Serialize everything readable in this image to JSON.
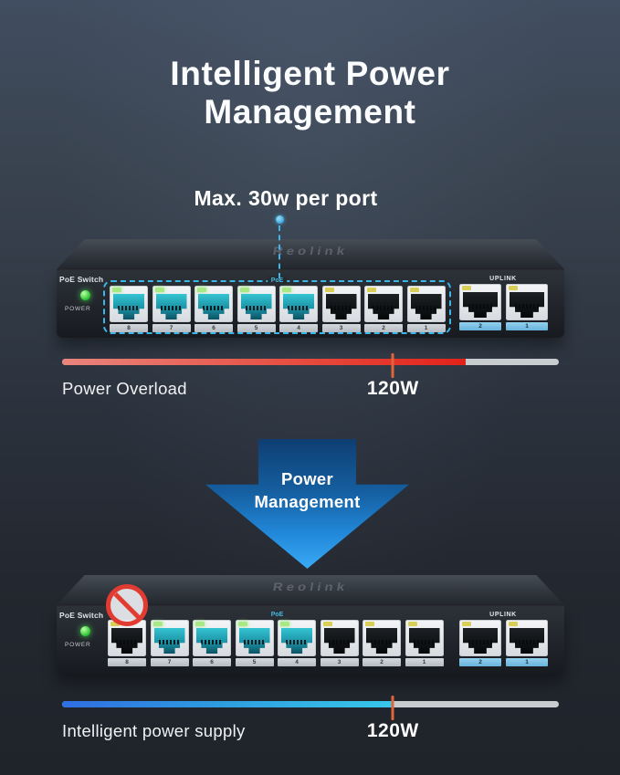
{
  "page": {
    "title_line1": "Intelligent Power",
    "title_line2": "Management"
  },
  "callout": {
    "label": "Max. 30w per port"
  },
  "brand": "Reolink",
  "switch1": {
    "device_label": "PoE Switch",
    "power_label": "POWER",
    "poe_label": "PoE",
    "uplink_label": "UPLINK",
    "poe_ports": [
      {
        "number": "8",
        "active": true
      },
      {
        "number": "7",
        "active": true
      },
      {
        "number": "6",
        "active": true
      },
      {
        "number": "5",
        "active": true
      },
      {
        "number": "4",
        "active": true
      },
      {
        "number": "3",
        "active": false
      },
      {
        "number": "2",
        "active": false
      },
      {
        "number": "1",
        "active": false
      }
    ],
    "uplink_ports": [
      {
        "number": "2",
        "active": false,
        "uplink": true
      },
      {
        "number": "1",
        "active": false,
        "uplink": true
      }
    ]
  },
  "overload_bar": {
    "label": "Power Overload",
    "marker_label": "120W",
    "fill_percent": 81.3,
    "marker_percent": 66.6,
    "fill_start_color": "#e8857d",
    "fill_end_color": "#e3221a",
    "track_color": "#c9ccce",
    "tick_color": "#e0653a"
  },
  "arrow": {
    "line1": "Power",
    "line2": "Management",
    "color_top": "#0e3e72",
    "color_bottom": "#39aaf6"
  },
  "switch2": {
    "device_label": "PoE Switch",
    "power_label": "POWER",
    "poe_label": "PoE",
    "uplink_label": "UPLINK",
    "poe_ports": [
      {
        "number": "8",
        "active": false
      },
      {
        "number": "7",
        "active": true
      },
      {
        "number": "6",
        "active": true
      },
      {
        "number": "5",
        "active": true
      },
      {
        "number": "4",
        "active": true
      },
      {
        "number": "3",
        "active": false
      },
      {
        "number": "2",
        "active": false
      },
      {
        "number": "1",
        "active": false
      }
    ],
    "uplink_ports": [
      {
        "number": "2",
        "active": false,
        "uplink": true
      },
      {
        "number": "1",
        "active": false,
        "uplink": true
      }
    ]
  },
  "managed_bar": {
    "label": "Intelligent power supply",
    "marker_label": "120W",
    "fill_percent": 66.6,
    "marker_percent": 66.6,
    "fill_start_color": "#2f6ee3",
    "fill_end_color": "#38c7ea",
    "track_color": "#c9ccce",
    "tick_color": "#e0653a"
  },
  "colors": {
    "background_top": "#414d60",
    "background_bottom": "#1f232a",
    "accent_cyan": "#3ab6e8",
    "port_active_teal": "#1b93a6",
    "led_active_green": "#a9e985",
    "led_idle_yellow": "#d9ce58",
    "uplink_strip_blue": "#7fc6ea",
    "ban_red": "#e23b32",
    "title_white": "#fafcfe"
  }
}
